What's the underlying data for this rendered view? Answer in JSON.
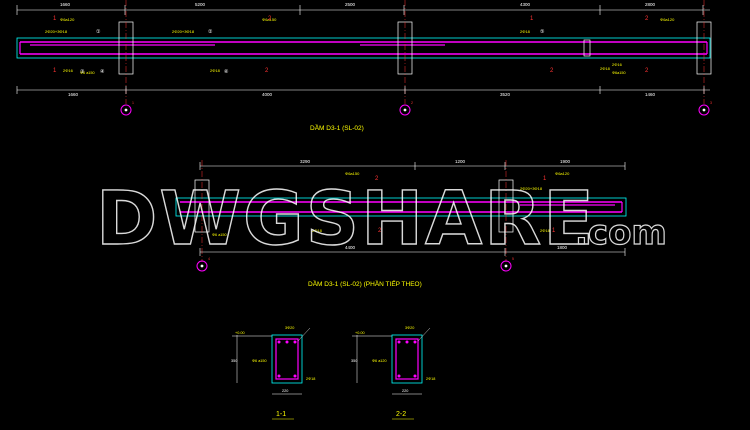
{
  "colors": {
    "background": "#000000",
    "dimension": "#ffffff",
    "concrete": "#00ffff",
    "rebar": "#ff00ff",
    "text_dim": "#ffff00",
    "column": "#ffffff",
    "axis": "#ff3333",
    "title": "#ffff00",
    "section_tag": "#ff3333",
    "watermark": "#ffffff"
  },
  "beam1": {
    "title": "DẦM D3-1 (SL-02)",
    "top_dims": [
      "1660",
      "5200",
      "2500",
      "4300",
      "2800"
    ],
    "bottom_dims": [
      "1660",
      "4000",
      "3520",
      "1460"
    ],
    "stirrup_labels": [
      "Φ6a120",
      "Φ6a150",
      "Φ6a120"
    ],
    "rebar_labels": [
      "2Φ20+3Φ18",
      "2Φ20+3Φ18",
      "2Φ16",
      "2Φ18",
      "2Φ18",
      "2Φ18",
      "2Φ16",
      "Φ6 a150",
      "Φ6a150"
    ],
    "section_marks": [
      "1",
      "2",
      "1",
      "2",
      "1",
      "2"
    ],
    "rebar_numbers": [
      "①",
      "②",
      "③",
      "④",
      "⑤",
      "⑥"
    ],
    "axes": [
      "1",
      "2",
      "3",
      "4"
    ]
  },
  "beam2": {
    "title": "DẦM D3-1 (SL-02) (PHẦN TIẾP THEO)",
    "top_dims": [
      "3290",
      "1200",
      "1900"
    ],
    "bottom_dims": [
      "4400",
      "1800"
    ],
    "stirrup_labels": [
      "Φ6a150",
      "Φ6a120"
    ],
    "rebar_labels": [
      "2Φ20+3Φ18",
      "2Φ18",
      "2Φ18",
      "Φ6 a150"
    ],
    "section_marks": [
      "2",
      "1",
      "2"
    ],
    "axes": [
      "4",
      "5"
    ]
  },
  "section1": {
    "label": "1-1",
    "top_bars": "3Φ20",
    "bottom_bars": "2Φ18",
    "stirrups": "Φ6 a150",
    "width": "220",
    "height": "350",
    "slab": "+0.00"
  },
  "section2": {
    "label": "2-2",
    "top_bars": "3Φ20",
    "bottom_bars": "2Φ18",
    "stirrups": "Φ6 a120",
    "width": "220",
    "height": "350",
    "slab": "+0.00"
  },
  "watermark": {
    "main": "DWGSHARE",
    "suffix": ".com"
  }
}
